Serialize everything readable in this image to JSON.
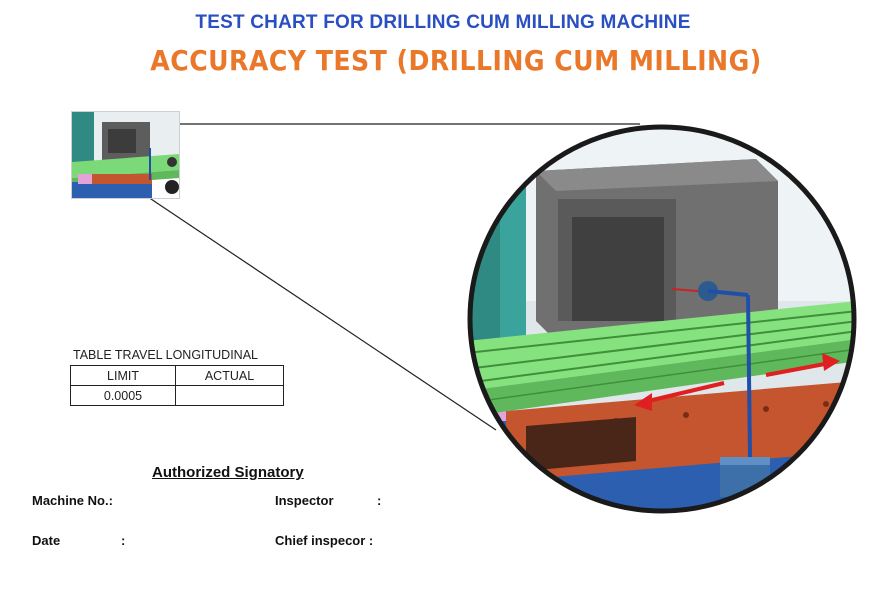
{
  "header": {
    "title": "TEST CHART FOR DRILLING CUM MILLING MACHINE",
    "subtitle": "ACCURACY TEST (DRILLING CUM MILLING)"
  },
  "colors": {
    "title": "#2a4fc2",
    "subtitle": "#e9782b",
    "table_green": "#86e27e",
    "base_red": "#c4552f",
    "cube_gray": "#6a6a6a",
    "arrow_red": "#e02020"
  },
  "test_table": {
    "caption": "TABLE TRAVEL LONGITUDINAL",
    "headers": [
      "LIMIT",
      "ACTUAL"
    ],
    "rows": [
      [
        "0.0005",
        ""
      ]
    ]
  },
  "signatory": {
    "title": "Authorized Signatory",
    "machine_no_label": "Machine No.:",
    "inspector_label": "Inspector",
    "inspector_colon": ":",
    "date_label": "Date",
    "date_colon": ":",
    "chief_inspector_label": "Chief inspecor :"
  }
}
